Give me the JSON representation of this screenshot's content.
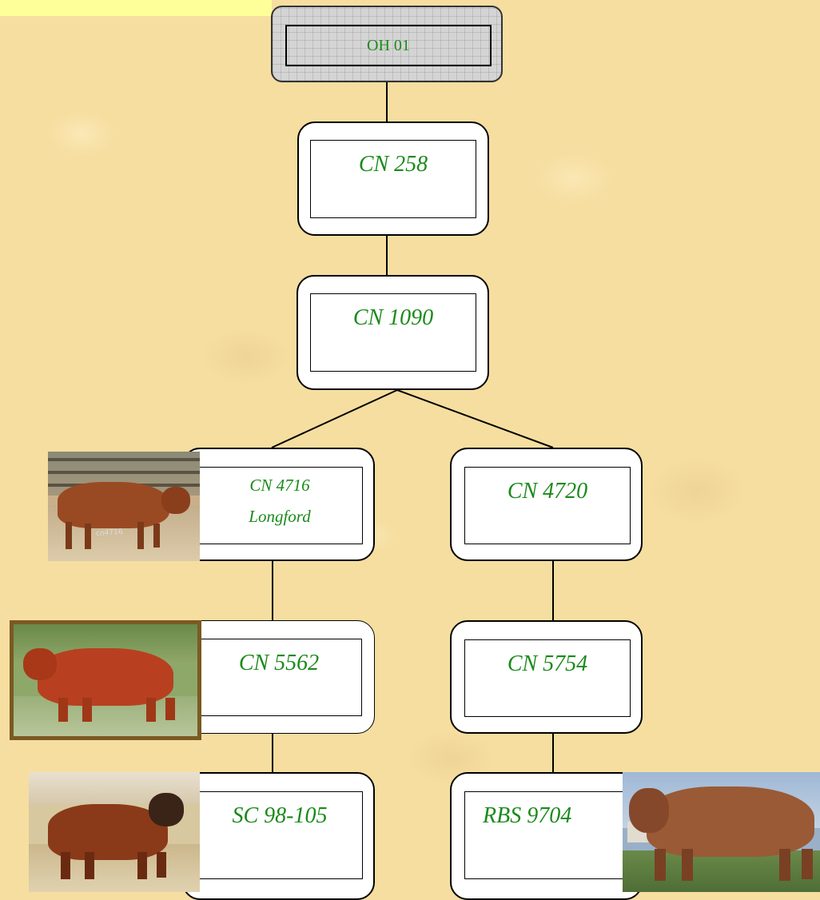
{
  "diagram": {
    "root": "OH 01",
    "nodes": {
      "cn258": "CN 258",
      "cn1090": "CN 1090",
      "cn4716": {
        "line1": "CN 4716",
        "line2": "Longford"
      },
      "cn4720": "CN 4720",
      "cn5562": "CN 5562",
      "cn5754": "CN 5754",
      "sc98105": "SC 98-105",
      "rbs9704": "RBS 9704"
    },
    "photo_overlays": {
      "cn4716_photo_caption": "cn4716"
    }
  },
  "colors": {
    "label_green": "#1a8a1a",
    "background": "#f6dea0",
    "banner": "#ffff99",
    "root_fill": "#d4d4d4"
  }
}
